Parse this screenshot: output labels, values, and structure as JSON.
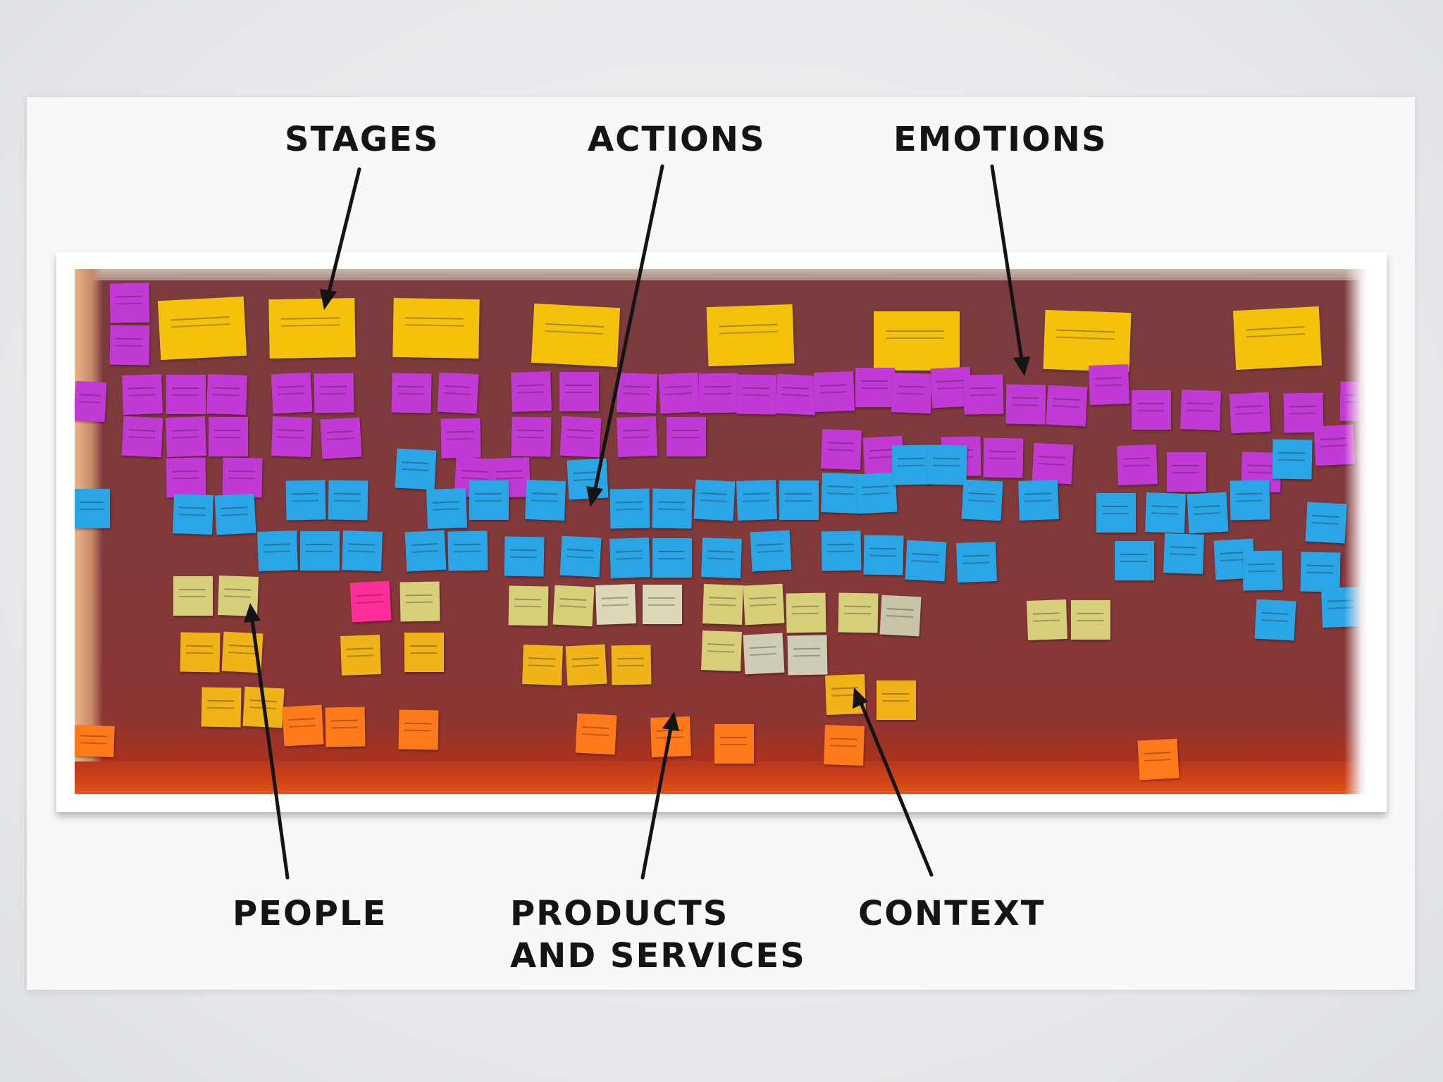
{
  "labels": {
    "stages": "STAGES",
    "actions": "ACTIONS",
    "emotions": "EMOTIONS",
    "people": "PEOPLE",
    "products_line1": "PRODUCTS",
    "products_line2": "AND SERVICES",
    "context": "CONTEXT"
  },
  "colors": {
    "stage_note": "#f4c20a",
    "emotion_note": "#c23ad6",
    "action_note": "#2aa6e6",
    "people_note": "#d8cf7a",
    "product_note": "#f0b318",
    "context_note": "#ff7a1a",
    "arrow": "#141414"
  }
}
